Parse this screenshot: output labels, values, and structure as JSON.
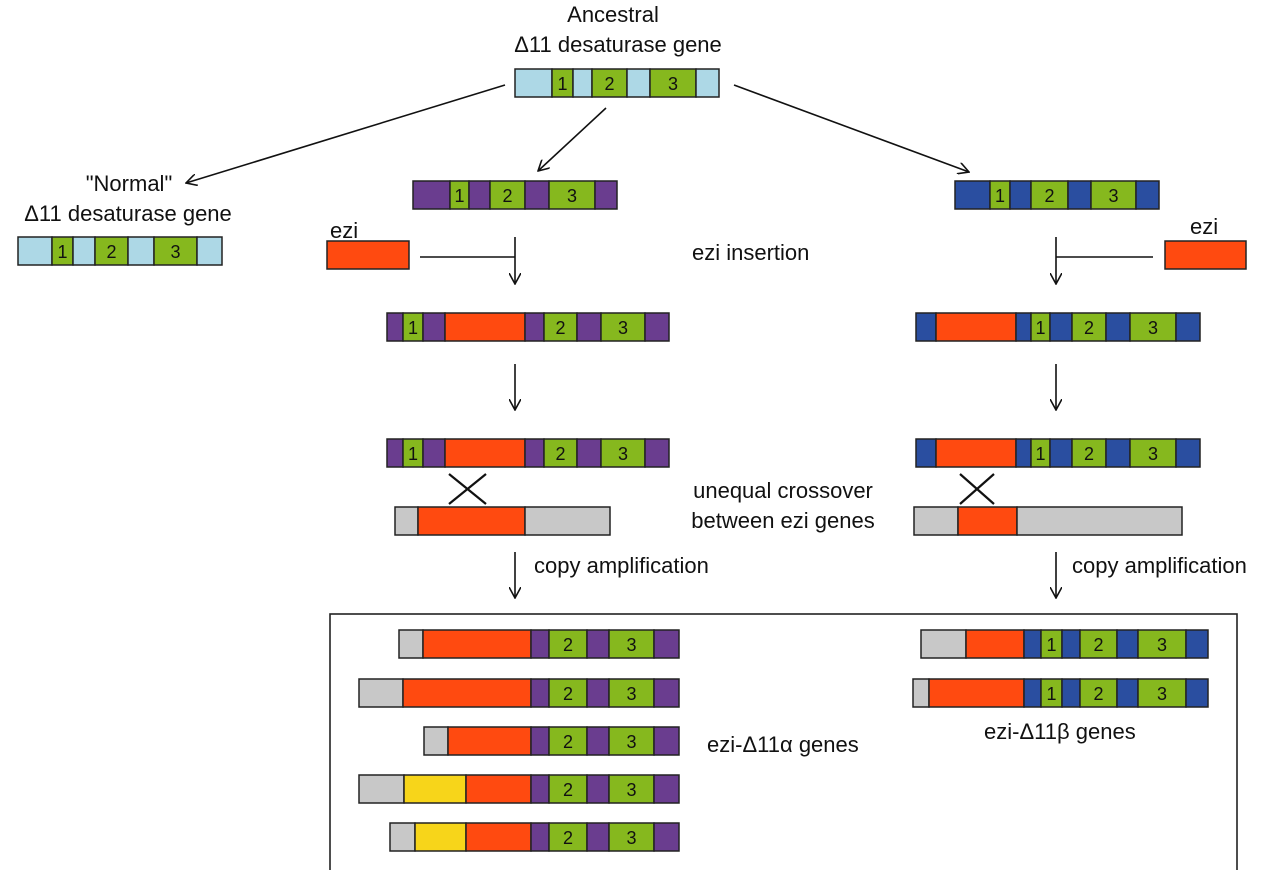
{
  "colors": {
    "ancestral": "#add8e6",
    "alpha": "#6a3d8f",
    "beta": "#2a4ea0",
    "exon": "#86b81e",
    "ezi": "#ff4a10",
    "gray": "#c8c8c8",
    "yellow": "#f7d51a"
  },
  "labels": {
    "ancestral_line1": "Ancestral",
    "ancestral_line2": "Δ11 desaturase gene",
    "normal_line1": "\"Normal\"",
    "normal_line2": "Δ11 desaturase gene",
    "ezi_left": "ezi",
    "ezi_right": "ezi",
    "ezi_insertion": "ezi insertion",
    "crossover_line1": "unequal crossover",
    "crossover_line2": "between ezi genes",
    "copy_amp_left": "copy amplification",
    "copy_amp_right": "copy amplification",
    "alpha_genes": "ezi-Δ11α genes",
    "beta_genes": "ezi-Δ11β genes"
  },
  "exon_numbers": [
    "1",
    "2",
    "3"
  ]
}
